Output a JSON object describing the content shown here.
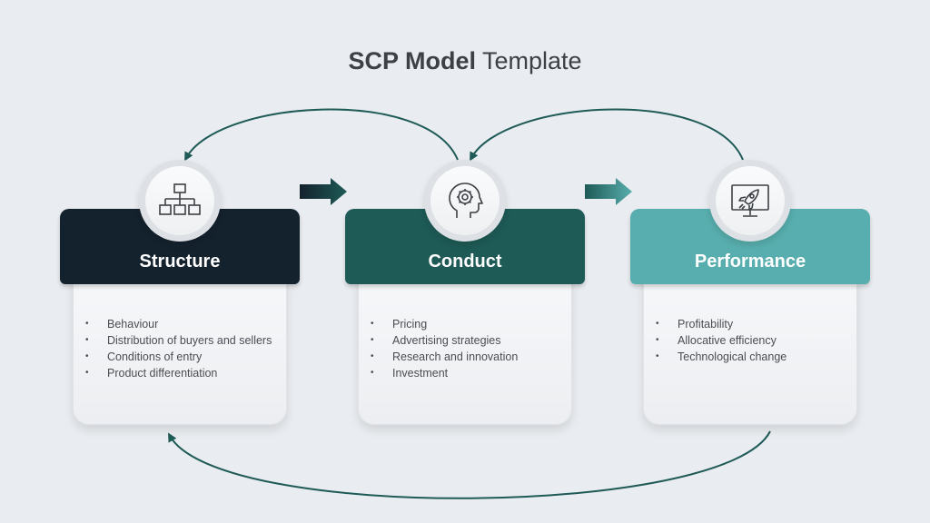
{
  "title": {
    "bold": "SCP Model",
    "rest": " Template"
  },
  "columns": [
    {
      "heading": "Structure",
      "icon": "hierarchy-chart-icon",
      "color": "#14222e",
      "items": [
        "Behaviour",
        "Distribution of buyers and sellers",
        "Conditions of entry",
        "Product differentiation"
      ]
    },
    {
      "heading": "Conduct",
      "icon": "head-gear-icon",
      "color": "#1e5a56",
      "items": [
        "Pricing",
        "Advertising strategies",
        "Research and innovation",
        "Investment"
      ]
    },
    {
      "heading": "Performance",
      "icon": "rocket-monitor-icon",
      "color": "#58aeae",
      "items": [
        "Profitability",
        "Allocative efficiency",
        "Technological change"
      ]
    }
  ],
  "colors": {
    "background": "#e9ecf0",
    "connector": "#1e5a56"
  }
}
